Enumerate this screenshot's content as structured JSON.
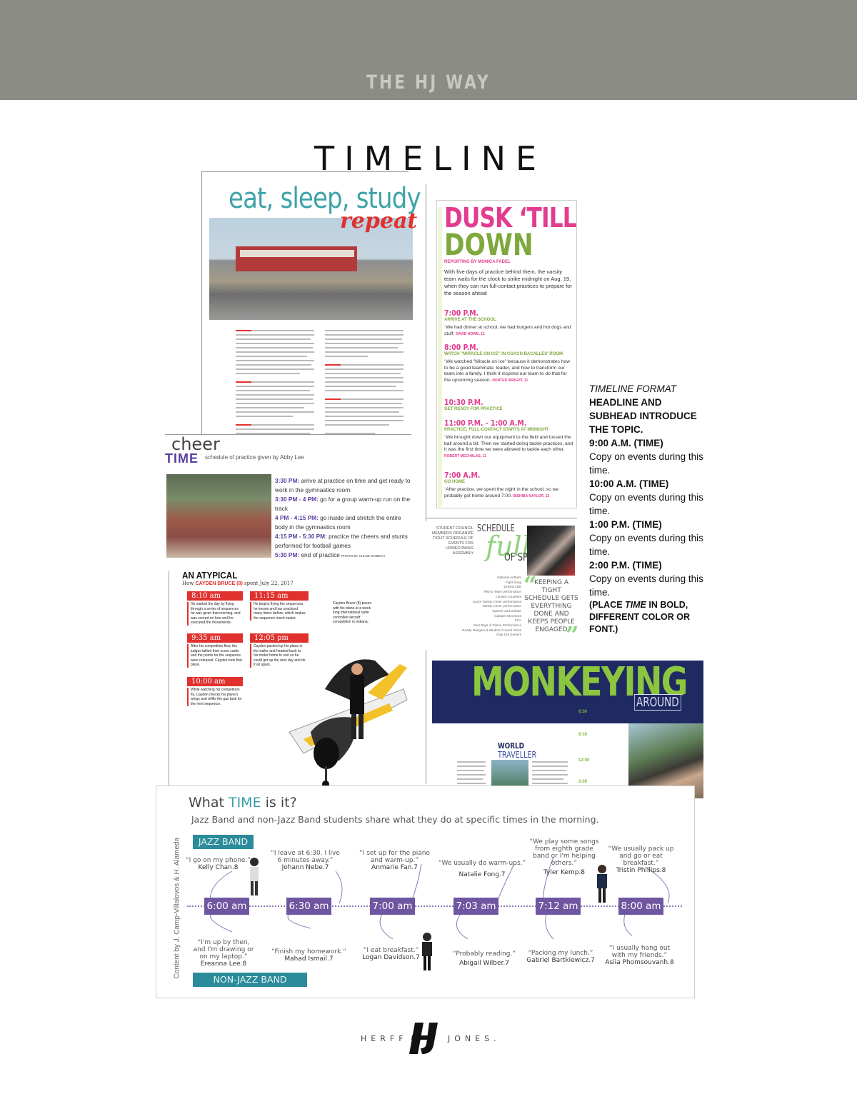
{
  "header": {
    "banner_title": "THE HJ WAY"
  },
  "page": {
    "title": "TIMELINE"
  },
  "spread1": {
    "headline": "eat, sleep, study",
    "headline_accent": "repeat"
  },
  "cheer": {
    "word": "cheer",
    "time_word": "TIME",
    "subhead": "schedule of practice given by Abby Lee",
    "items": [
      {
        "time": "3:30 PM:",
        "text": "arrive at practice on time and get ready to work in the gymnastics room"
      },
      {
        "time": "3:30 PM - 4 PM:",
        "text": "go for a group warm-up run on the track"
      },
      {
        "time": "4 PM - 4:15 PM:",
        "text": "go inside and stretch the entire body in the gymnastics room"
      },
      {
        "time": "4:15 PM - 5:30 PM:",
        "text": "practice the cheers and stunts performed for football games"
      },
      {
        "time": "5:30 PM:",
        "text": "end of practice"
      }
    ],
    "photo_credit": "PHOTO BY CHLOE RAMECH"
  },
  "atypical": {
    "title": "AN ATYPICAL",
    "subtitle_prefix": "How",
    "subtitle_name": "CAYDEN BRUCE (8)",
    "subtitle_suffix": "spent July 22, 2017",
    "entries": [
      {
        "time": "8:10 am",
        "copy": "He started the day by flying through a series of sequences he was given that morning, and was scored on how well he executed the movements."
      },
      {
        "time": "11:15 am",
        "copy": "He begins flying the sequences he knows and has practiced many times before, which makes the sequence much easier."
      },
      {
        "time": "9:35 am",
        "copy": "After his competition flew, the judges tallied their score cards and the points for the sequence were released. Cayden took first place."
      },
      {
        "time": "12:05 pm",
        "copy": "Cayden packed up his plane in the trailer and headed back to his motor home to rest so he could get up the next day and do it all again."
      },
      {
        "time": "10:00 am",
        "copy": "While watching his competitors fly, Cayden checks his plane's wings and refills the gas tank for the next sequence."
      }
    ],
    "caption": "Cayden Bruce (8) poses with his plane at a week long international radio controlled aircraft competition in Indiana."
  },
  "dusk": {
    "headline_1": "DUSK ‘TILL",
    "headline_2": "DOWN",
    "byline": "REPORTING BY MONICA FADEL",
    "intro": "With five days of practice behind them, the varsity team waits for the clock to strike midnight on Aug. 19, when they can run full-contact practices to prepare for the season ahead",
    "entries": [
      {
        "time": "7:00 P.M.",
        "label": "ARRIVE AT THE SCHOOL",
        "quote": "We had dinner at school; we had burgers and hot dogs and stuff.",
        "source": "DAVID HOWE, 12"
      },
      {
        "time": "8:00 P.M.",
        "label": "WATCH \"MIRACLE ON ICE\" IN COACH BACALLES' ROOM",
        "quote": "We watched \"Miracle on Ice\" because it demonstrates how to be a good teammate, leader, and how to transform our team into a family. I think it inspired our team to do that for the upcoming season.",
        "source": "HUNTER WRIGHT, 11"
      },
      {
        "time": "10:30 P.M.",
        "label": "GET READY FOR PRACTICE",
        "quote": "",
        "source": ""
      },
      {
        "time": "11:00 P.M. - 1:00 A.M.",
        "label": "PRACTICE; FULL-CONTACT STARTS AT MIDNIGHT",
        "quote": "We brought down our equipment to the field and tossed the ball around a bit. Then we started doing tackle practices, and it was the first time we were allowed to tackle each other.",
        "source": "ROBERT MECHALAS, 11"
      },
      {
        "time": "7:00 A.M.",
        "label": "GO HOME",
        "quote": "After practice, we spent the night in the school, so we probably got home around 7:00.",
        "source": "BISHIBA NAYLOR, 12"
      }
    ]
  },
  "schedule": {
    "left_text": "STUDENT COUNCIL MEMBERS ORGANIZE TIGHT SCHEDULE OF EVENTS FOR HOMECOMING ASSEMBLY",
    "head": "SCHEDULE",
    "full": "full",
    "spirit": "OF SPIRIT",
    "list": [
      "National Anthem",
      "Fight Song",
      "Drama Club",
      "Pismo Team performance",
      "Limited Countries",
      "Junior Varsity Cheer performance",
      "Varsity Cheer performance",
      "Speech and Debate",
      "Captain Interviews",
      "FCA",
      "Red Boys of Pismo Performance",
      "Ready Rangers & Student Council Intros",
      "Clap Out Seniors"
    ],
    "quote": "KEEPING A TIGHT SCHEDULE GETS EVERYTHING DONE AND KEEPS PEOPLE ENGAGED"
  },
  "format": {
    "title": "TIMELINE FORMAT",
    "lines": [
      {
        "text": "HEADLINE AND SUBHEAD INTRODUCE THE TOPIC.",
        "style": "plain"
      },
      {
        "text": "9:00 A.M. (TIME)",
        "style": "bold"
      },
      {
        "text": "Copy on events during this time.",
        "style": "plain"
      },
      {
        "text": "10:00 A.M. (TIME)",
        "style": "bold"
      },
      {
        "text": "Copy on events during this time.",
        "style": "plain"
      },
      {
        "text": "1:00 P.M. (TIME)",
        "style": "bold"
      },
      {
        "text": "Copy on events during this time.",
        "style": "plain"
      },
      {
        "text": "2:00 P.M. (TIME)",
        "style": "bold"
      },
      {
        "text": "Copy on events during this time.",
        "style": "plain"
      }
    ],
    "note_prefix": "(PLACE",
    "note_em": "TIME",
    "note_suffix": "IN BOLD, DIFFERENT COLOR OR FONT.)"
  },
  "monkeying": {
    "headline": "MONKEYING",
    "around": "AROUND",
    "world": "WORLD",
    "traveller": "TRAVELLER",
    "times": [
      "6:30",
      "8:30",
      "12:00",
      "3:00"
    ]
  },
  "whattime": {
    "head_pre": "What",
    "head_em": "TIME",
    "head_post": "is it?",
    "subhead": "Jazz Band and non-Jazz Band students share what they do at specific times in the morning.",
    "jazz_label": "JAZZ BAND",
    "nonjazz_label": "NON-JAZZ BAND",
    "credit": "Content by J. Camp-Villalovos & H. Alameda",
    "slots": [
      {
        "time": "6:00 am",
        "top_quote": "“I go on my phone.”",
        "top_name": "Kelly Chan.8",
        "bottom_quote": "“I'm up by then, and I'm drawing or on my laptop.”",
        "bottom_name": "Ereanna Lee.8"
      },
      {
        "time": "6:30 am",
        "top_quote": "“I leave at 6:30. I live 6 minutes away.”",
        "top_name": "Johann Nebe.7",
        "bottom_quote": "“Finish my homework.”",
        "bottom_name": "Mahad Ismail.7"
      },
      {
        "time": "7:00 am",
        "top_quote": "“I set up for the piano and warm-up.”",
        "top_name": "Anmarie Fan.7",
        "bottom_quote": "“I eat breakfast.”",
        "bottom_name": "Logan Davidson.7"
      },
      {
        "time": "7:03 am",
        "top_quote": "“We usually do warm-ups.”",
        "top_name": "Natalie Fong.7",
        "bottom_quote": "“Probably reading.”",
        "bottom_name": "Abigail Wilber.7"
      },
      {
        "time": "7:12 am",
        "top_quote": "“We play some songs from eighth grade band or I'm helping others.”",
        "top_name": "Tyler Kemp.8",
        "bottom_quote": "“Packing my lunch.”",
        "bottom_name": "Gabriel Bartkiewicz.7"
      },
      {
        "time": "8:00 am",
        "top_quote": "“We usually pack up and go or eat breakfast.”",
        "top_name": "Tristin Phillips.8",
        "bottom_quote": "“I usually hang out with my friends.”",
        "bottom_name": "Asiia Phomsouvanh.8"
      }
    ]
  },
  "footer": {
    "brand_left": "HERFF",
    "brand_right": "JONES."
  },
  "colors": {
    "banner": "#8c8c86",
    "teal": "#3ea3a8",
    "red": "#e0312e",
    "pink": "#e23c8f",
    "green": "#7ea83c",
    "purple": "#6f56a0",
    "navy": "#1f2a62"
  }
}
